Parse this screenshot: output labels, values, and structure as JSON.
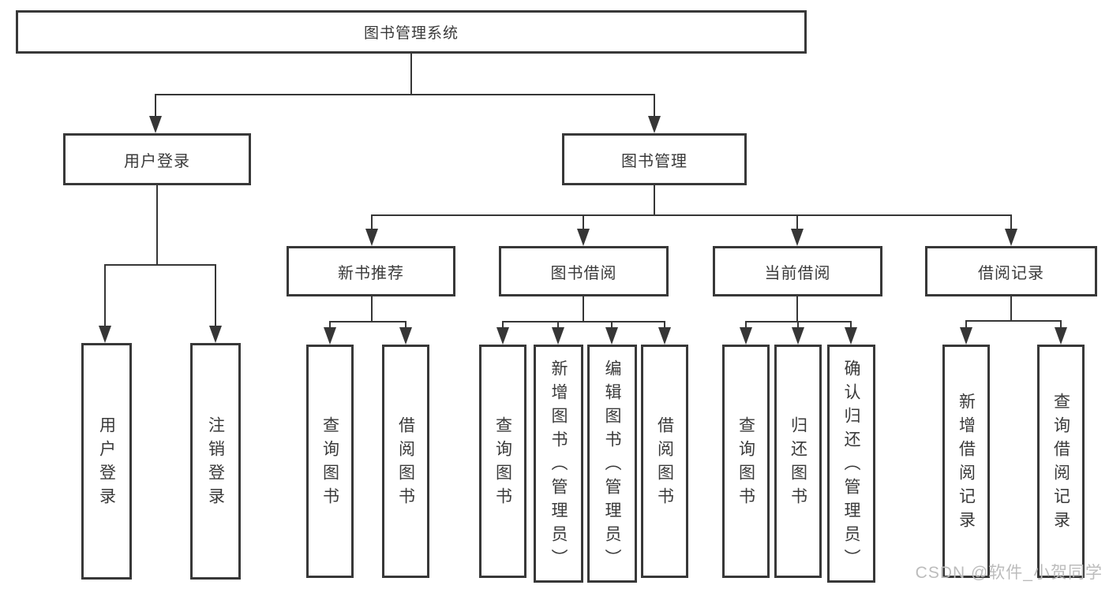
{
  "tree": {
    "root": {
      "label": "图书管理系统"
    },
    "user_login": {
      "label": "用户登录",
      "children": [
        {
          "label": "用户登录"
        },
        {
          "label": "注销登录"
        }
      ]
    },
    "book_management": {
      "label": "图书管理",
      "sections": [
        {
          "label": "新书推荐",
          "children": [
            {
              "label": "查询图书"
            },
            {
              "label": "借阅图书"
            }
          ]
        },
        {
          "label": "图书借阅",
          "children": [
            {
              "label": "查询图书"
            },
            {
              "label": "新增图书（管理员）"
            },
            {
              "label": "编辑图书（管理员）"
            },
            {
              "label": "借阅图书"
            }
          ]
        },
        {
          "label": "当前借阅",
          "children": [
            {
              "label": "查询图书"
            },
            {
              "label": "归还图书"
            },
            {
              "label": "确认归还（管理员）"
            }
          ]
        },
        {
          "label": "借阅记录",
          "children": [
            {
              "label": "新增借阅记录"
            },
            {
              "label": "查询借阅记录"
            }
          ]
        }
      ]
    }
  },
  "watermark": {
    "text": "CSDN @软件_小贺同学"
  },
  "colors": {
    "line": "#363636",
    "box_border": "#383838",
    "text": "#3a3a3a",
    "watermark": "#bcbcbc",
    "background": "#ffffff"
  }
}
